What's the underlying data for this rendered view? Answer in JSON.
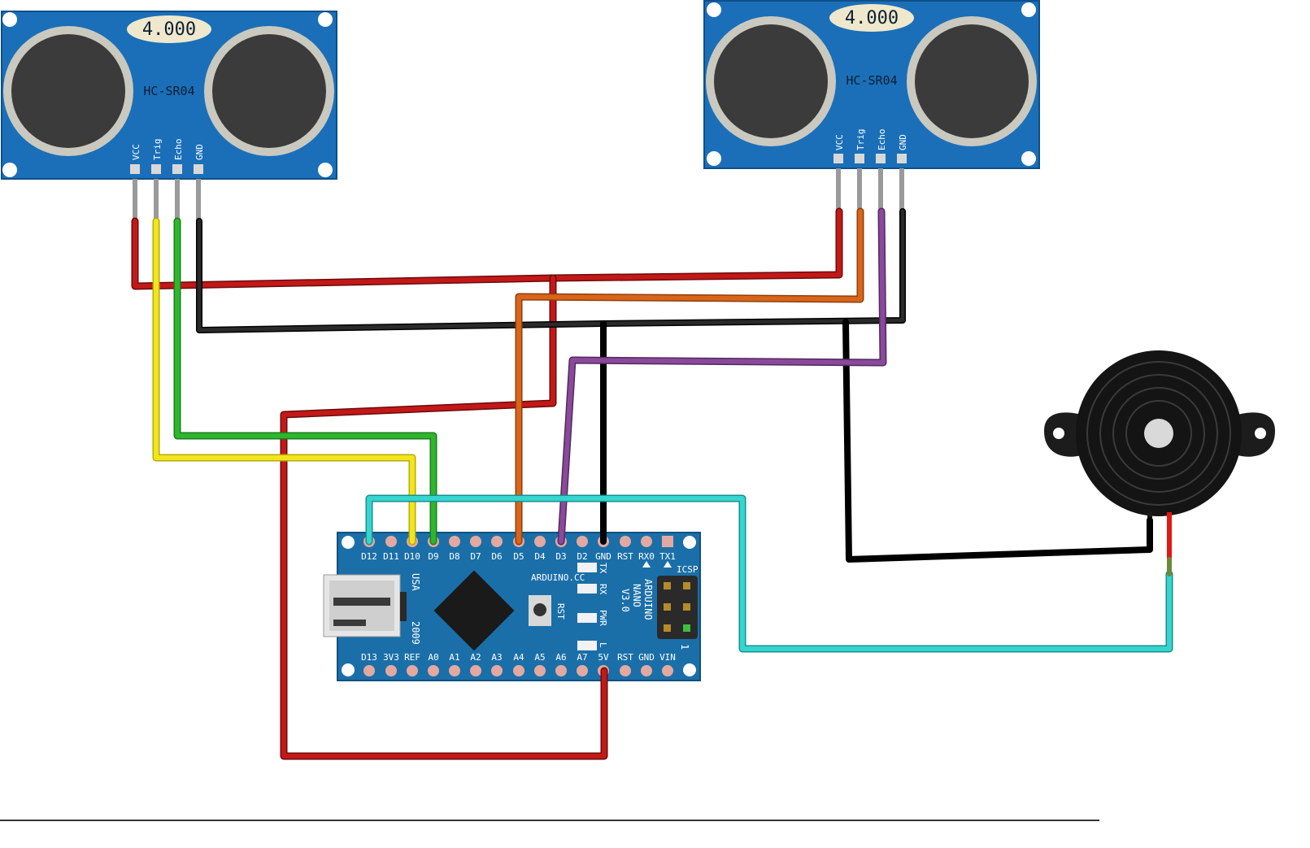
{
  "sensor_left": {
    "readout": "4.000",
    "model": "HC-SR04",
    "pins": [
      "VCC",
      "Trig",
      "Echo",
      "GND"
    ]
  },
  "sensor_right": {
    "readout": "4.000",
    "model": "HC-SR04",
    "pins": [
      "VCC",
      "Trig",
      "Echo",
      "GND"
    ]
  },
  "arduino": {
    "top_pins": [
      "D12",
      "D11",
      "D10",
      "D9",
      "D8",
      "D7",
      "D6",
      "D5",
      "D4",
      "D3",
      "D2",
      "GND",
      "RST",
      "RX0",
      "TX1"
    ],
    "bottom_pins": [
      "D13",
      "3V3",
      "REF",
      "A0",
      "A1",
      "A2",
      "A3",
      "A4",
      "A5",
      "A6",
      "A7",
      "5V",
      "RST",
      "GND",
      "VIN"
    ],
    "brand": "ARDUINO.CC",
    "name": "ARDUINO",
    "subname": "NANO",
    "version": "V3.0",
    "country": "USA",
    "year": "2009",
    "icsp": "ICSP",
    "reset": "RST",
    "leds": [
      "TX",
      "RX",
      "PWR",
      "L"
    ],
    "one": "1"
  },
  "colors": {
    "board": "#1b6fa8",
    "sensor": "#1b6fb8",
    "wire_red": "#c41818",
    "wire_black": "#1a1a1a",
    "wire_yellow": "#f2e61a",
    "wire_green": "#2fb52f",
    "wire_orange": "#d9651a",
    "wire_purple": "#8a4a9a",
    "wire_cyan": "#35d5d0"
  },
  "icons": [
    "buzzer-icon",
    "usb-connector-icon",
    "microcontroller-chip-icon",
    "transducer-icon"
  ]
}
